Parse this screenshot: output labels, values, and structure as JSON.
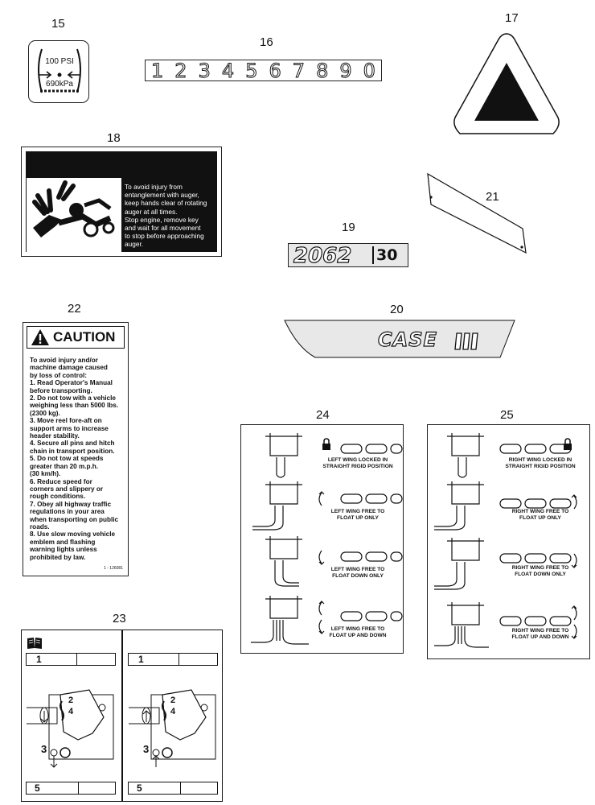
{
  "callouts": {
    "n15": "15",
    "n16": "16",
    "n17": "17",
    "n18": "18",
    "n19": "19",
    "n20": "20",
    "n21": "21",
    "n22": "22",
    "n23": "23",
    "n24": "24",
    "n25": "25"
  },
  "decal15": {
    "line1": "100 PSI",
    "line2": "690kPa"
  },
  "decal16": {
    "digits": [
      "1",
      "2",
      "3",
      "4",
      "5",
      "6",
      "7",
      "8",
      "9",
      "0"
    ]
  },
  "decal18": {
    "lines": [
      "To avoid injury from",
      "entanglement with auger,",
      "keep hands clear of rotating",
      "auger at all times.",
      "Stop engine, remove key",
      "and wait for all movement",
      "to stop before approaching",
      "auger."
    ]
  },
  "decal19": {
    "model": "2062",
    "size": "30"
  },
  "decal20": {
    "brand": "CASE"
  },
  "decal22": {
    "header": "CAUTION",
    "lines": [
      "To avoid injury and/or",
      "machine damage caused",
      "by loss of control:",
      "1. Read Operator's Manual",
      "before transporting.",
      "2. Do not tow with a vehicle",
      "weighing less than 5000 lbs.",
      "(2300 kg).",
      "3. Move reel fore-aft on",
      "support arms to increase",
      "header stability.",
      "4. Secure all pins and hitch",
      "chain in transport position.",
      "5. Do not tow at speeds",
      "greater than 20 m.p.h.",
      "(30 km/h).",
      "6. Reduce speed for",
      "corners and slippery or",
      "rough conditions.",
      "7. Obey all highway traffic",
      "regulations in your area",
      "when transporting on public",
      "roads.",
      "8. Use slow moving vehicle",
      "emblem and flashing",
      "warning lights unless",
      "prohibited by law."
    ],
    "part_number": "1 - 126081"
  },
  "decal23": {
    "left": {
      "step1": "1",
      "step2": "2",
      "step3": "3",
      "step4": "4",
      "step5": "5"
    },
    "right": {
      "step1": "1",
      "step2": "2",
      "step3": "3",
      "step4": "4",
      "step5": "5"
    }
  },
  "decal24": {
    "labels": [
      [
        "LEFT WING LOCKED IN",
        "STRAIGHT RIGID POSITION"
      ],
      [
        "LEFT WING FREE TO",
        "FLOAT UP ONLY"
      ],
      [
        "LEFT WING FREE TO",
        "FLOAT DOWN ONLY"
      ],
      [
        "LEFT WING FREE TO",
        "FLOAT UP AND DOWN"
      ]
    ]
  },
  "decal25": {
    "labels": [
      [
        "RIGHT WING LOCKED IN",
        "STRAIGHT RIGID POSITION"
      ],
      [
        "RIGHT WING FREE TO",
        "FLOAT UP ONLY"
      ],
      [
        "RIGHT WING FREE TO",
        "FLOAT DOWN ONLY"
      ],
      [
        "RIGHT WING FREE TO",
        "FLOAT UP AND DOWN"
      ]
    ]
  },
  "icons": {
    "decal15": "tire-pressure-icon",
    "decal17": "slow-moving-vehicle-emblem-icon",
    "decal18": "auger-entanglement-icon",
    "decal22": "warning-triangle-icon",
    "decal23": "operator-manual-icon",
    "decal24": "padlock-icon",
    "decal25": "padlock-icon"
  },
  "colors": {
    "ink": "#111111",
    "background": "#ffffff",
    "decal_fill": "#e8e8e8"
  }
}
